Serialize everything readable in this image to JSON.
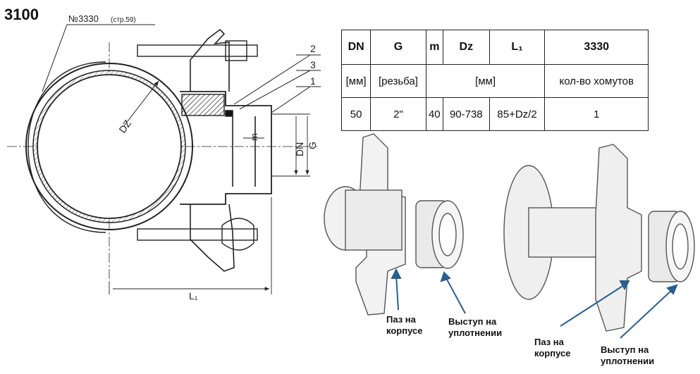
{
  "product_code": "3100",
  "drawing": {
    "ref_note": "№3330",
    "ref_page": "(стр.59)",
    "callouts": [
      "2",
      "3",
      "1"
    ],
    "dim_dz": "DZ",
    "dim_m": "m",
    "dim_dn": "DN",
    "dim_g": "G",
    "dim_l1": "L₁"
  },
  "spec_table": {
    "headers": [
      "DN",
      "G",
      "m",
      "Dz",
      "L₁",
      "3330"
    ],
    "units": [
      "[мм]",
      "[резьба]",
      "[мм]",
      "кол-во хомутов"
    ],
    "row": [
      "50",
      "2\"",
      "40",
      "90-738",
      "85+Dz/2",
      "1"
    ]
  },
  "labels": {
    "left_groove": [
      "Паз на",
      "корпусе"
    ],
    "left_ridge": [
      "Выступ на",
      "уплотнении"
    ],
    "right_groove": [
      "Паз на",
      "корпусе"
    ],
    "right_ridge": [
      "Выступ на",
      "уплотнении"
    ]
  },
  "colors": {
    "arrow": "#2a5e8c",
    "line": "#222222"
  }
}
